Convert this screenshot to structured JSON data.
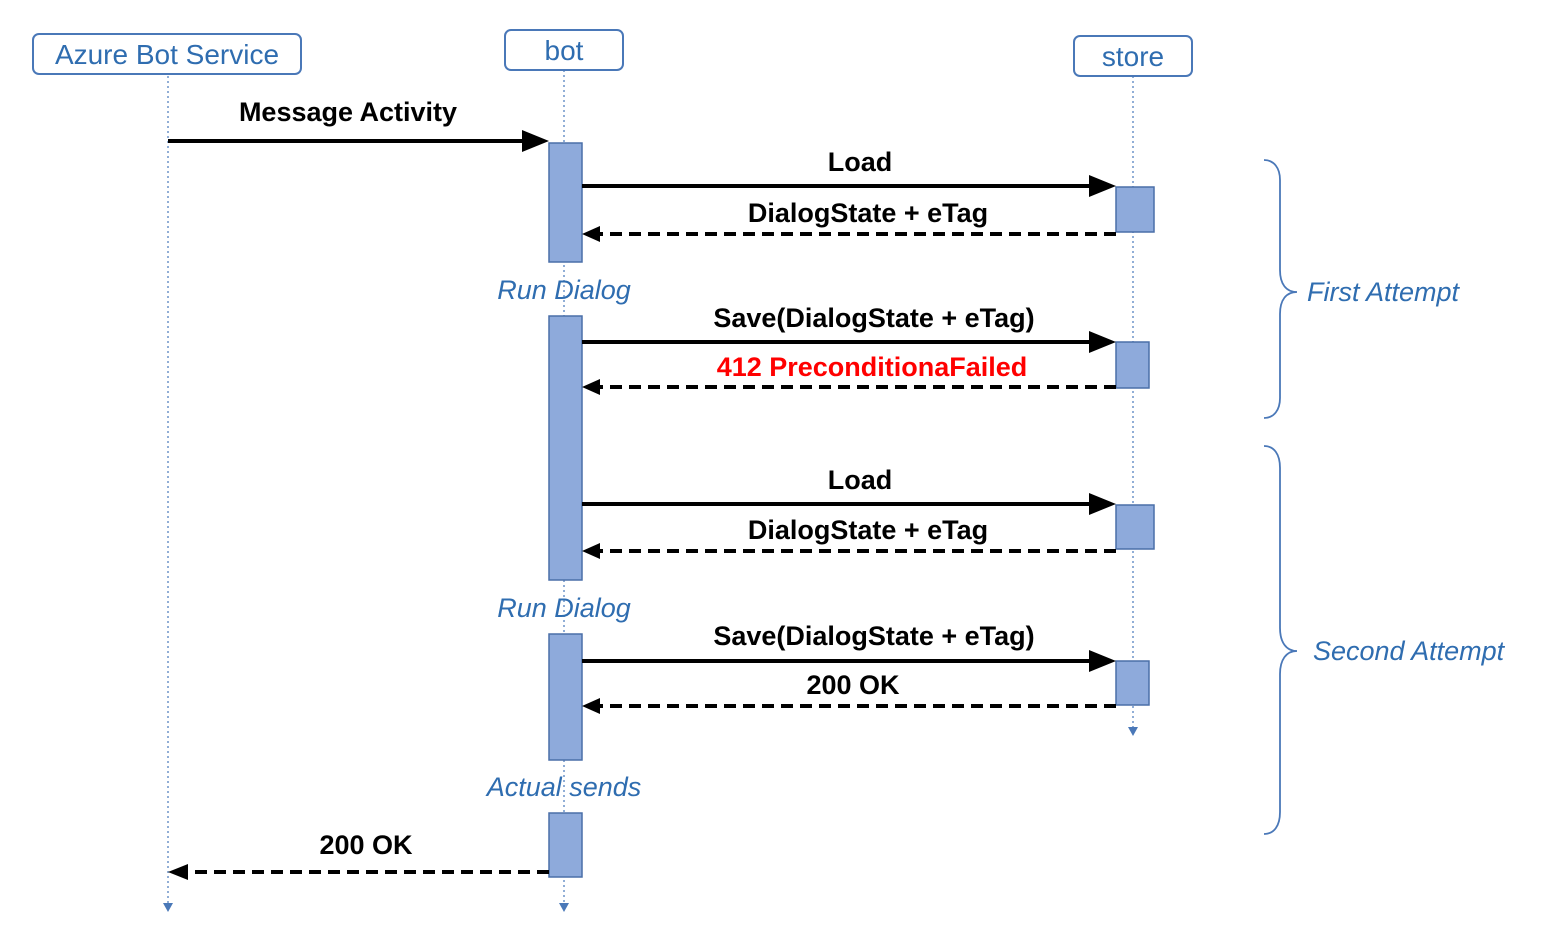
{
  "participants": [
    {
      "id": "azure",
      "label": "Azure Bot Service"
    },
    {
      "id": "bot",
      "label": "bot"
    },
    {
      "id": "store",
      "label": "store"
    }
  ],
  "messages": [
    {
      "id": "m1",
      "label": "Message Activity",
      "from": "azure",
      "to": "bot",
      "style": "solid"
    },
    {
      "id": "m2",
      "label": "Load",
      "from": "bot",
      "to": "store",
      "style": "solid"
    },
    {
      "id": "m3",
      "label": "DialogState + eTag",
      "from": "store",
      "to": "bot",
      "style": "dashed"
    },
    {
      "id": "m4",
      "label": "Save(DialogState + eTag)",
      "from": "bot",
      "to": "store",
      "style": "solid"
    },
    {
      "id": "m5",
      "label": "412 PreconditionaFailed",
      "from": "store",
      "to": "bot",
      "style": "dashed",
      "status": "error"
    },
    {
      "id": "m6",
      "label": "Load",
      "from": "bot",
      "to": "store",
      "style": "solid"
    },
    {
      "id": "m7",
      "label": "DialogState + eTag",
      "from": "store",
      "to": "bot",
      "style": "dashed"
    },
    {
      "id": "m8",
      "label": "Save(DialogState + eTag)",
      "from": "bot",
      "to": "store",
      "style": "solid"
    },
    {
      "id": "m9",
      "label": "200 OK",
      "from": "store",
      "to": "bot",
      "style": "dashed"
    },
    {
      "id": "m10",
      "label": "200 OK",
      "from": "bot",
      "to": "azure",
      "style": "dashed"
    }
  ],
  "notes": [
    {
      "id": "n1",
      "label": "Run Dialog"
    },
    {
      "id": "n2",
      "label": "Run Dialog"
    },
    {
      "id": "n3",
      "label": "Actual sends"
    }
  ],
  "groups": [
    {
      "id": "g1",
      "label": "First Attempt"
    },
    {
      "id": "g2",
      "label": "Second Attempt"
    }
  ],
  "colors": {
    "accent": "#2f6db0",
    "activation": "#8eaadb",
    "error": "#ff0000",
    "arrow": "#000000"
  }
}
